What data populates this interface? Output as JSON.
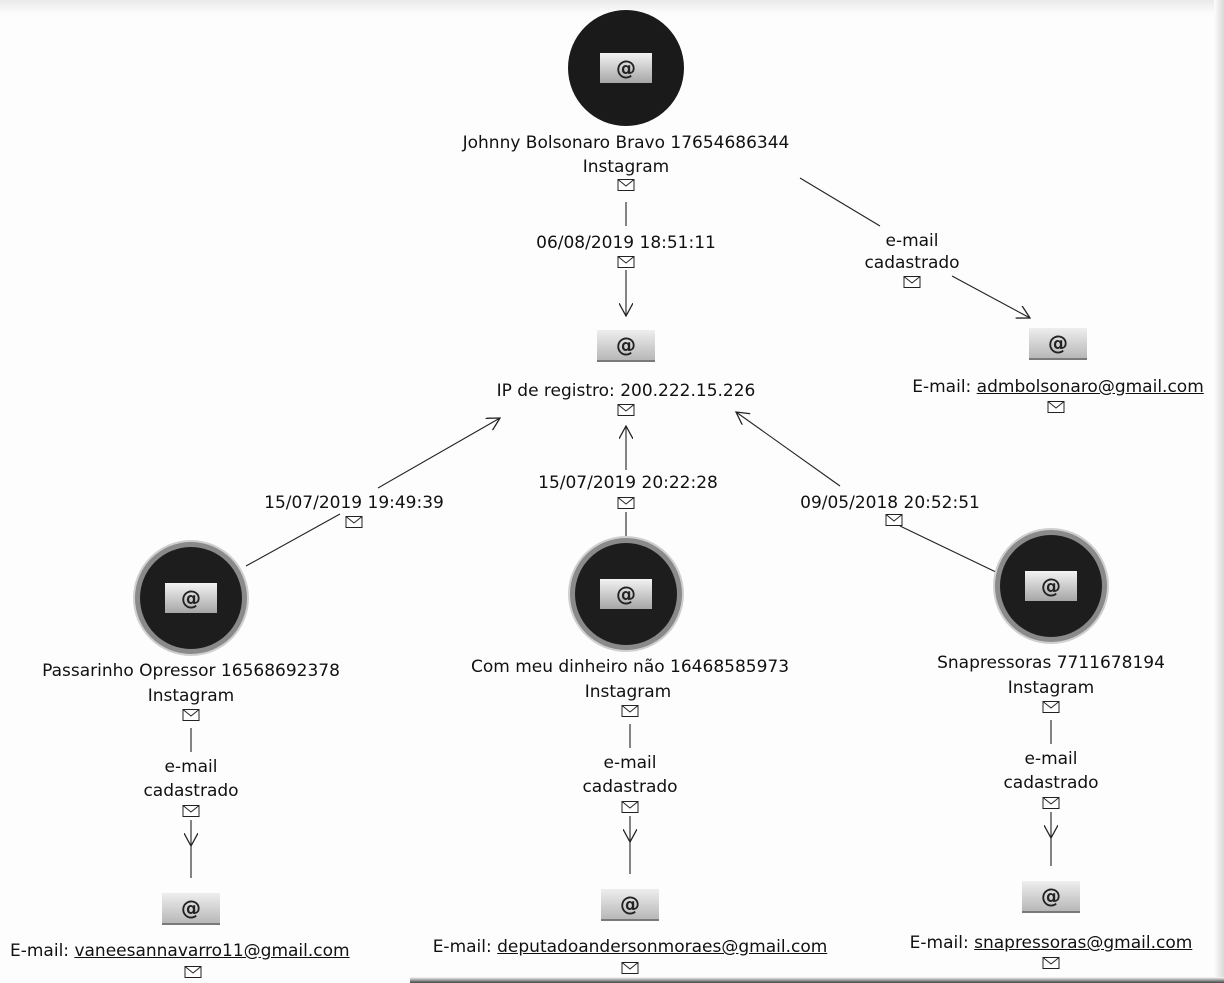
{
  "nodes": {
    "johnny": {
      "name": "Johnny Bolsonaro Bravo 17654686344",
      "platform": "Instagram"
    },
    "ip": {
      "label": "IP de registro: 200.222.15.226"
    },
    "email_admbolsonaro": {
      "prefix": "E-mail: ",
      "address": "admbolsonaro@gmail.com"
    },
    "passarinho": {
      "name": "Passarinho Opressor 16568692378",
      "platform": "Instagram"
    },
    "commeu": {
      "name": "Com meu dinheiro não 16468585973",
      "platform": "Instagram"
    },
    "snap": {
      "name": "Snapressoras 7711678194",
      "platform": "Instagram"
    },
    "email_vanees": {
      "prefix": "E-mail: ",
      "address": "vaneesannavarro11@gmail.com"
    },
    "email_deputado": {
      "prefix": "E-mail: ",
      "address": "deputadoandersonmoraes@gmail.com"
    },
    "email_snap": {
      "prefix": "E-mail: ",
      "address": "snapressoras@gmail.com"
    }
  },
  "edges": {
    "johnny_ip": "06/08/2019 18:51:11",
    "johnny_email": [
      "e-mail",
      "cadastrado"
    ],
    "passarinho_ip": "15/07/2019 19:49:39",
    "commeu_ip": "15/07/2019 20:22:28",
    "snap_ip": "09/05/2018 20:52:51",
    "passarinho_email": [
      "e-mail",
      "cadastrado"
    ],
    "commeu_email": [
      "e-mail",
      "cadastrado"
    ],
    "snap_email": [
      "e-mail",
      "cadastrado"
    ]
  },
  "icons": {
    "email_node": "at-sign-icon",
    "edge_marker": "envelope-icon"
  },
  "colors": {
    "node_fill": "#1a1a1a",
    "line": "#222222",
    "background": "#fdfdfd"
  }
}
